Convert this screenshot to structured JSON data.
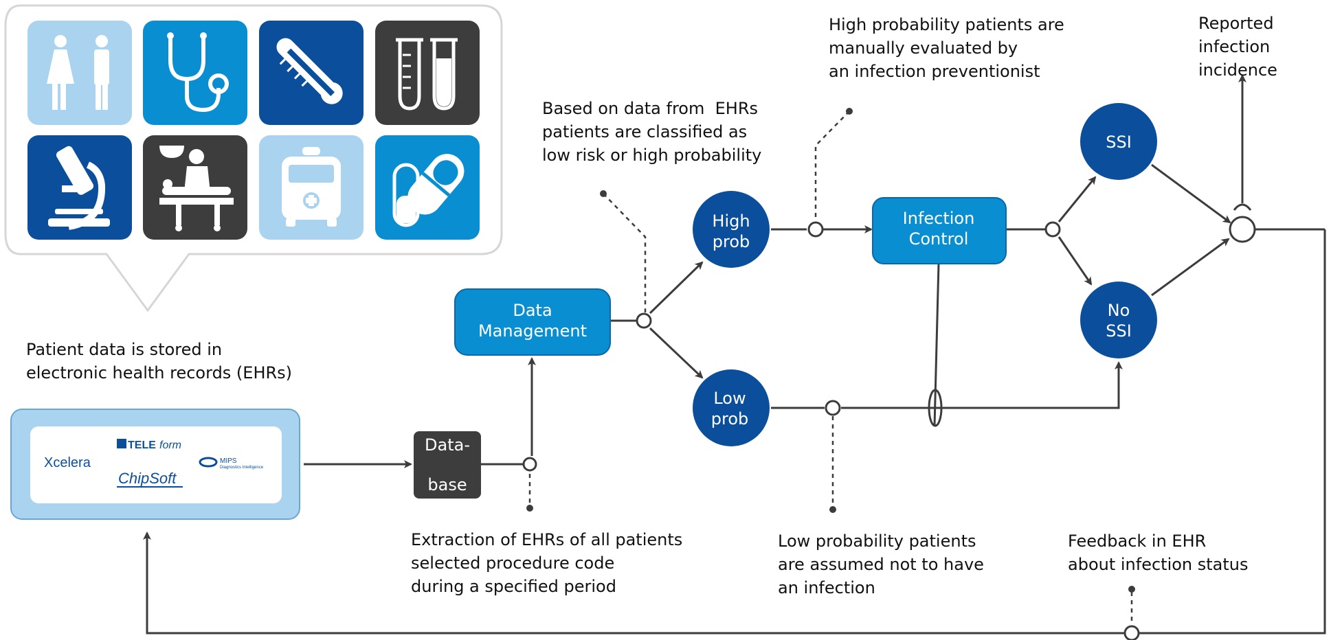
{
  "colors": {
    "dark_blue": "#0b4f9c",
    "mid_blue": "#0a8ed2",
    "light_blue": "#a9d3ee",
    "dark_gray": "#3d3d3d",
    "line": "#3c3c3c"
  },
  "icon_grid": [
    {
      "name": "people-icon",
      "bg": "light_blue"
    },
    {
      "name": "stethoscope-icon",
      "bg": "mid_blue"
    },
    {
      "name": "thermometer-icon",
      "bg": "dark_blue"
    },
    {
      "name": "test-tubes-icon",
      "bg": "dark_gray"
    },
    {
      "name": "microscope-icon",
      "bg": "dark_blue"
    },
    {
      "name": "operating-table-icon",
      "bg": "dark_gray"
    },
    {
      "name": "ambulance-icon",
      "bg": "light_blue"
    },
    {
      "name": "capsule-icon",
      "bg": "mid_blue"
    }
  ],
  "labels": {
    "ehr_storage": [
      "Patient data is stored in",
      "electronic health records (EHRs)"
    ],
    "classification": [
      "Based on data from  EHRs",
      "patients are classified as",
      "low risk or high probability"
    ],
    "manual_eval": [
      "High probability patients are",
      "manually evaluated by",
      "an infection preventionist"
    ],
    "reported": [
      "Reported",
      "infection",
      "incidence"
    ],
    "extraction": [
      "Extraction of EHRs of all patients",
      "selected procedure code",
      "during a specified period"
    ],
    "low_assumed": [
      "Low probability patients",
      "are assumed not to have",
      "an infection"
    ],
    "feedback": [
      "Feedback in EHR",
      "about infection status"
    ]
  },
  "nodes": {
    "database": [
      "Data-",
      "base"
    ],
    "data_management": [
      "Data",
      "Management"
    ],
    "high_prob": [
      "High",
      "prob"
    ],
    "low_prob": [
      "Low",
      "prob"
    ],
    "infection_control": [
      "Infection",
      "Control"
    ],
    "ssi": [
      "SSI"
    ],
    "no_ssi": [
      "No",
      "SSI"
    ]
  },
  "ehr_logos": {
    "xcelera": "Xcelera",
    "teleform_tele": "TELE",
    "teleform_form": "form",
    "chipsoft": "ChipSoft",
    "mips": "MIPS",
    "mips_sub": "Diagnostics Intelligence"
  }
}
